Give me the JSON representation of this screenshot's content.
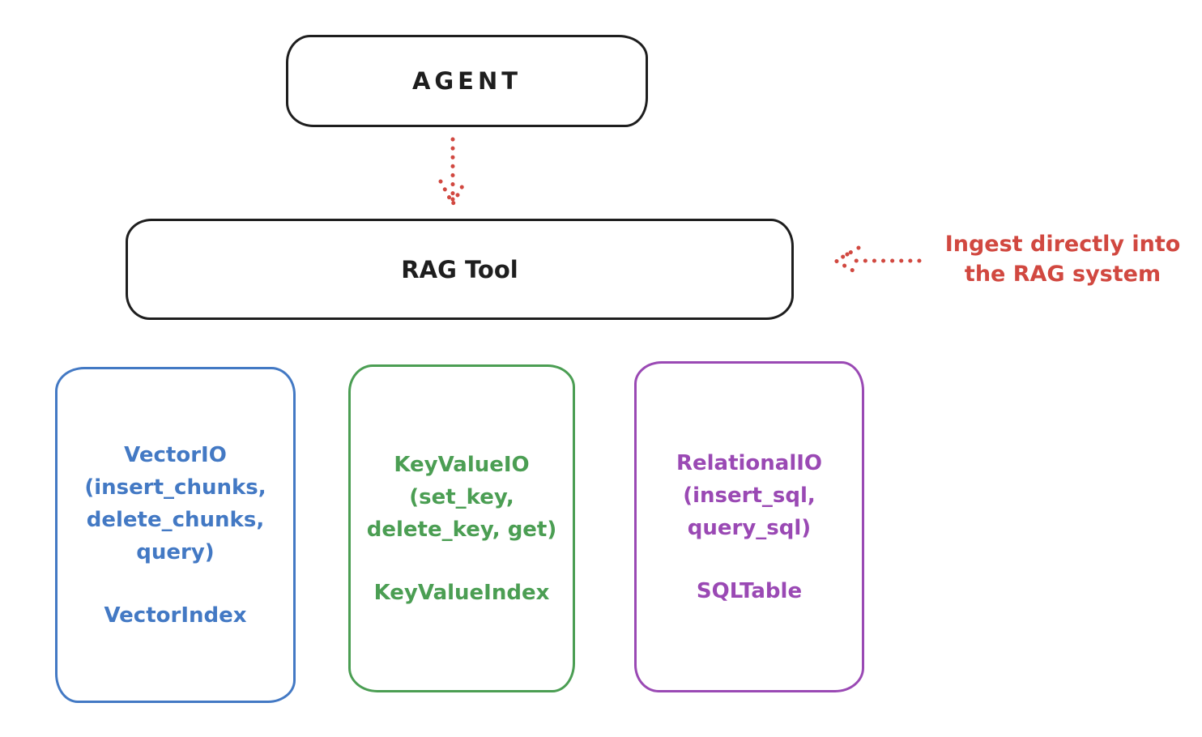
{
  "diagram": {
    "agent": {
      "label": "AGENT"
    },
    "rag_tool": {
      "label": "RAG Tool"
    },
    "annotation": {
      "line1": "Ingest directly into",
      "line2": "the RAG system"
    },
    "backends": [
      {
        "name": "vector-io",
        "lines": [
          "VectorIO",
          "(insert_chunks,",
          "delete_chunks,",
          "query)"
        ],
        "index": "VectorIndex",
        "color": "#4379c4"
      },
      {
        "name": "keyvalue-io",
        "lines": [
          "KeyValueIO",
          "(set_key,",
          "delete_key, get)"
        ],
        "index": "KeyValueIndex",
        "color": "#4b9e53"
      },
      {
        "name": "relational-io",
        "lines": [
          "RelationalIO",
          "(insert_sql,",
          "query_sql)"
        ],
        "index": "SQLTable",
        "color": "#9a49b4"
      }
    ],
    "colors": {
      "stroke": "#1e1e1e",
      "arrow_red": "#d14840",
      "background": "#ffffff"
    }
  }
}
